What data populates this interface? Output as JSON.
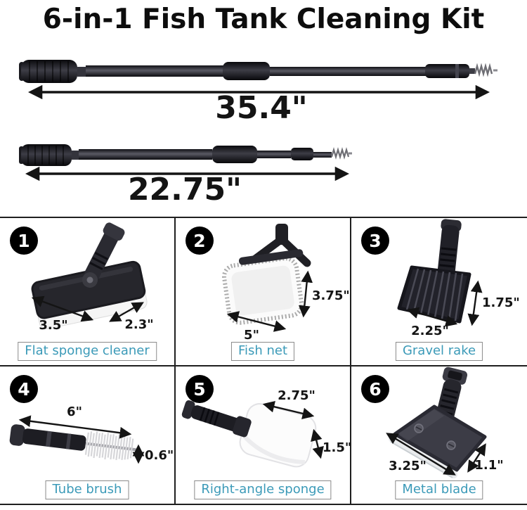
{
  "title": "6-in-1 Fish Tank Cleaning Kit",
  "poles": {
    "extended": {
      "length": "35.4\""
    },
    "collapsed": {
      "length": "22.75\""
    }
  },
  "tools": [
    {
      "number": "1",
      "label": "Flat sponge cleaner",
      "dim_a": "3.5\"",
      "dim_b": "2.3\""
    },
    {
      "number": "2",
      "label": "Fish net",
      "dim_a": "5\"",
      "dim_b": "3.75\""
    },
    {
      "number": "3",
      "label": "Gravel rake",
      "dim_a": "2.25\"",
      "dim_b": "1.75\""
    },
    {
      "number": "4",
      "label": "Tube brush",
      "dim_a": "6\"",
      "dim_b": "0.6\""
    },
    {
      "number": "5",
      "label": "Right-angle sponge",
      "dim_a": "2.75\"",
      "dim_b": "1.5\""
    },
    {
      "number": "6",
      "label": "Metal blade",
      "dim_a": "3.25\"",
      "dim_b": "1.1\""
    }
  ],
  "colors": {
    "label_text": "#3b9ab8",
    "label_border": "#8a8a8a",
    "grid_line": "#1f1f1f",
    "measure_text": "#141414",
    "badge_bg": "#000000",
    "badge_text": "#ffffff"
  }
}
